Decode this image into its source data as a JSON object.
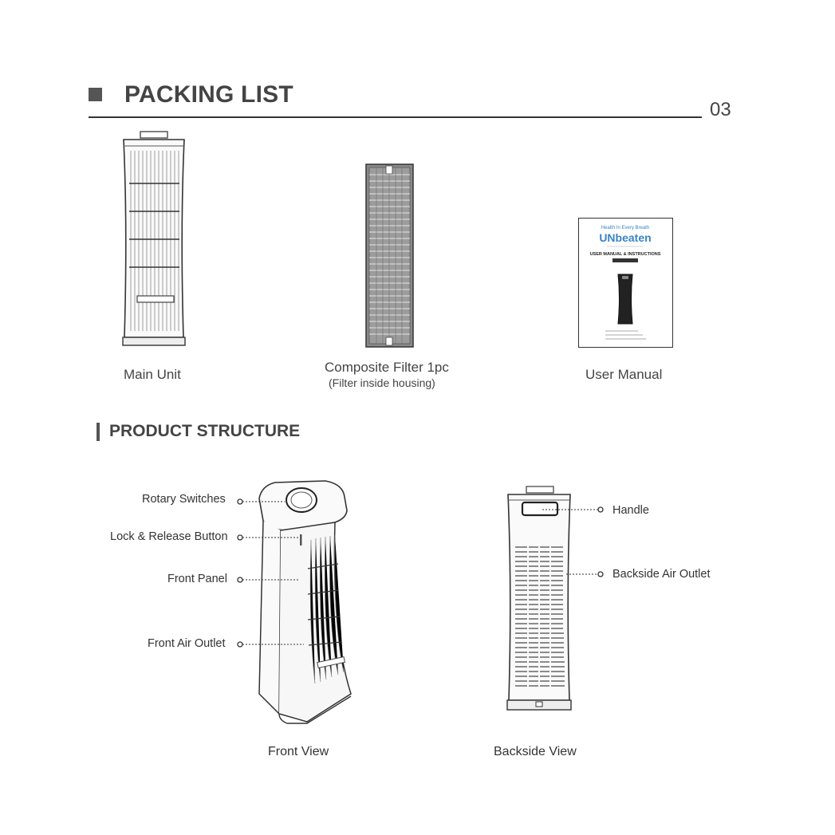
{
  "header": {
    "title": "PACKING LIST",
    "page_number": "03"
  },
  "packing_items": [
    {
      "name": "Main Unit",
      "sub": ""
    },
    {
      "name": "Composite Filter 1pc",
      "sub": "(Filter inside housing)"
    },
    {
      "name": "User Manual",
      "sub": ""
    }
  ],
  "manual_cover": {
    "tagline": "Health In Every Breath",
    "brand": "UNbeaten",
    "heading": "USER MANUAL & INSTRUCTIONS"
  },
  "structure": {
    "title": "PRODUCT STRUCTURE",
    "front_labels": [
      "Rotary Switches",
      "Lock & Release Button",
      "Front Panel",
      "Front Air Outlet"
    ],
    "back_labels": [
      "Handle",
      "Backside Air Outlet"
    ],
    "front_caption": "Front View",
    "back_caption": "Backside View"
  }
}
